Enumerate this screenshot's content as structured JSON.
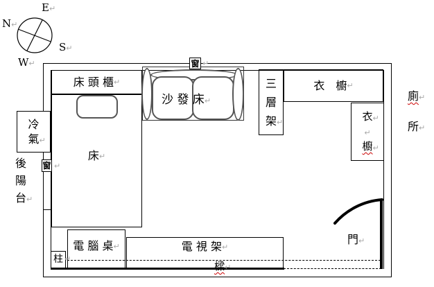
{
  "marks": {
    "return": "↵"
  },
  "colors": {
    "line_black": "#000000",
    "mark_gray": "#a8a8a8",
    "squiggle_red": "#cc0000"
  },
  "compass": {
    "east": "E",
    "north": "N",
    "south": "S",
    "west": "W"
  },
  "windows": {
    "top": "窗",
    "left": "窗"
  },
  "furniture": {
    "headboard_cabinet": "床 頭 櫃",
    "bed": "床",
    "sofa_bed": "沙 發 床",
    "shelf": [
      "三",
      "層",
      "架"
    ],
    "wardrobe_top": "衣　櫥",
    "wardrobe_side": [
      "衣",
      "櫥"
    ],
    "air_conditioner": [
      "冷",
      "氣"
    ],
    "computer_desk": "電 腦 桌",
    "tv_stand": "電 視 架",
    "pillar": "柱",
    "beam": "樑",
    "door": "門"
  },
  "outside": {
    "balcony": [
      "後",
      "陽",
      "台"
    ],
    "toilet": [
      "廁",
      "所"
    ]
  }
}
